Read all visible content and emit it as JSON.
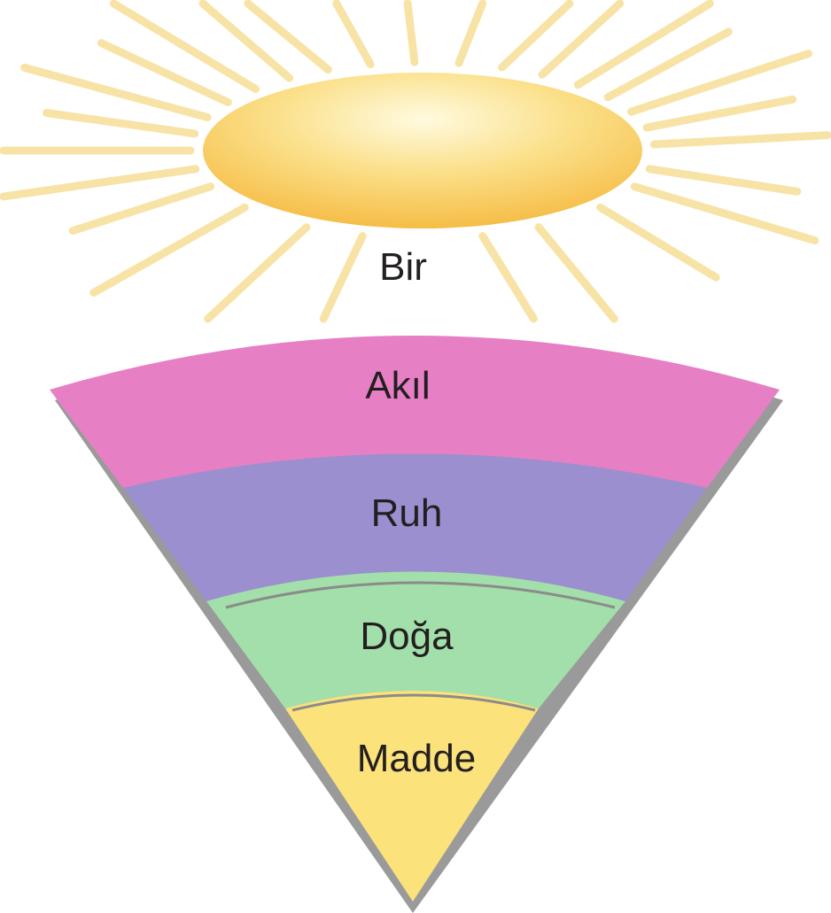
{
  "diagram": {
    "top_label": "Bir",
    "layers": [
      {
        "label": "Akıl",
        "color": "#e77fc4"
      },
      {
        "label": "Ruh",
        "color": "#9b8fd0"
      },
      {
        "label": "Doğa",
        "color": "#a2dfaa"
      },
      {
        "label": "Madde",
        "color": "#fbe27b"
      }
    ],
    "colors": {
      "sun_center": "#fffbe0",
      "sun_edge": "#f5b83d",
      "rays": "#f8e3a6",
      "outline": "#9a9a9a"
    }
  }
}
